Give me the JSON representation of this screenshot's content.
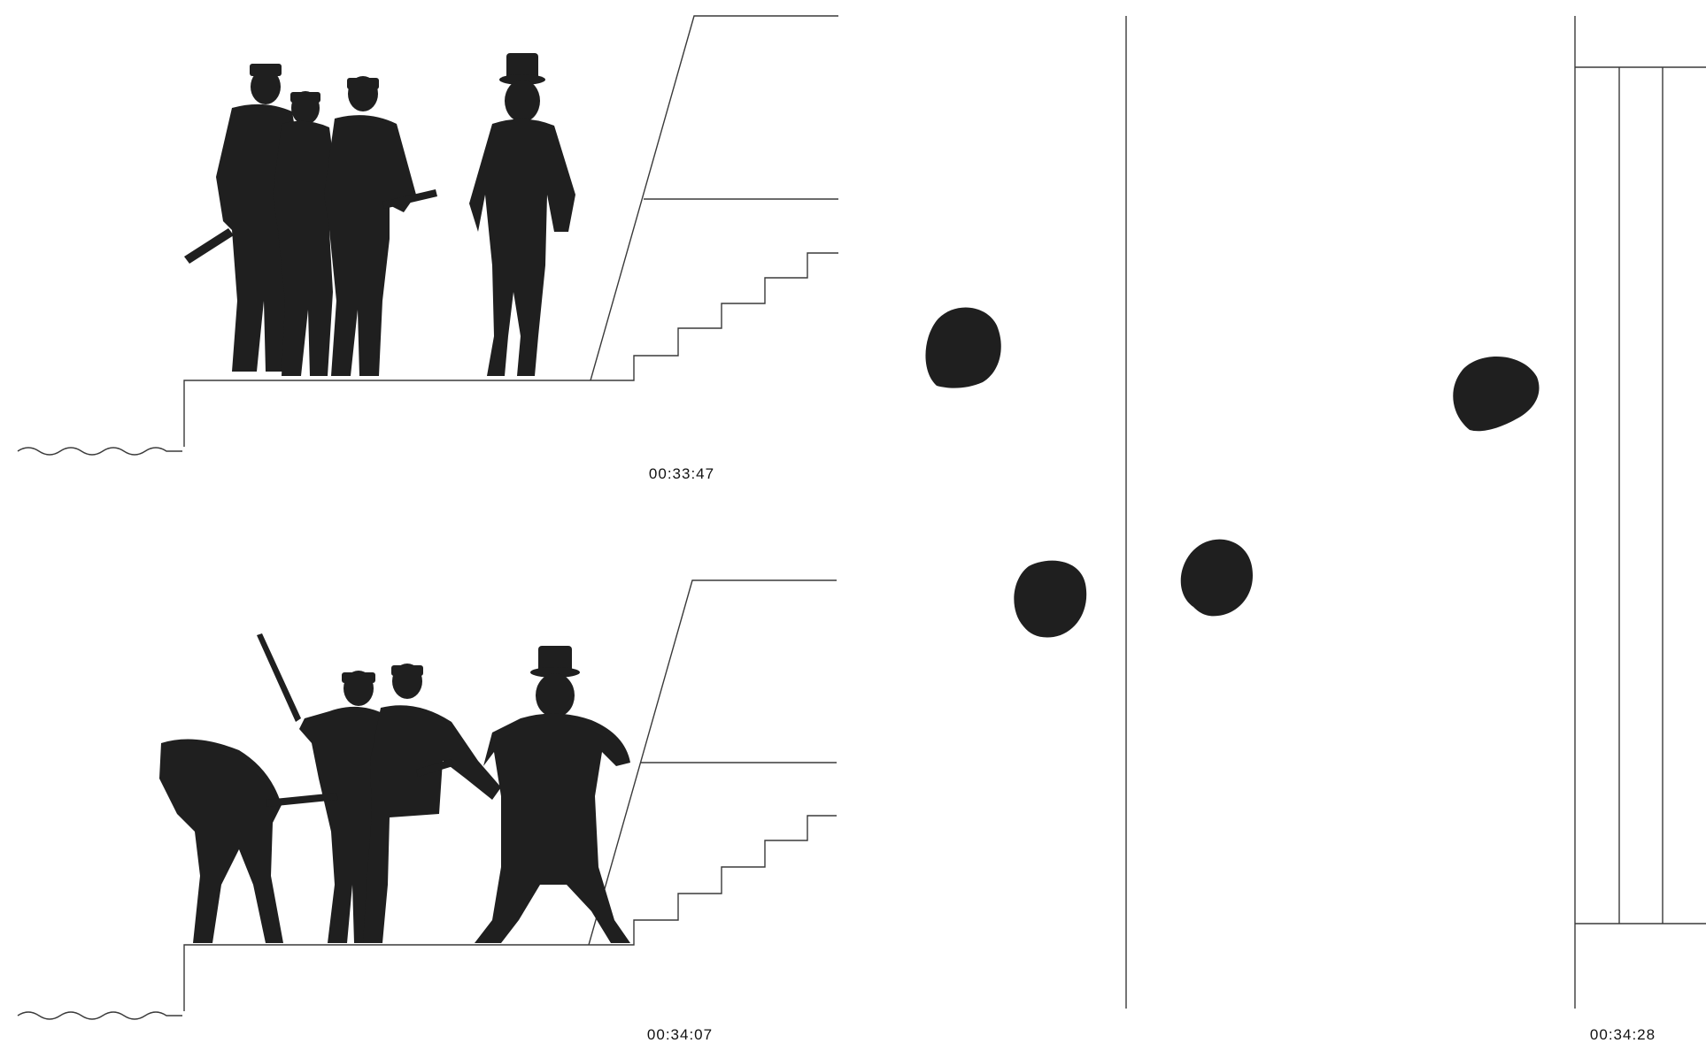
{
  "frames": [
    {
      "id": "frame-1",
      "timecode": "00:33:47"
    },
    {
      "id": "frame-2",
      "timecode": "00:34:07"
    },
    {
      "id": "frame-3",
      "timecode": "00:34:28"
    }
  ],
  "colors": {
    "ink": "#1f1f1f",
    "line": "#3a3a3a",
    "background": "#ffffff"
  }
}
